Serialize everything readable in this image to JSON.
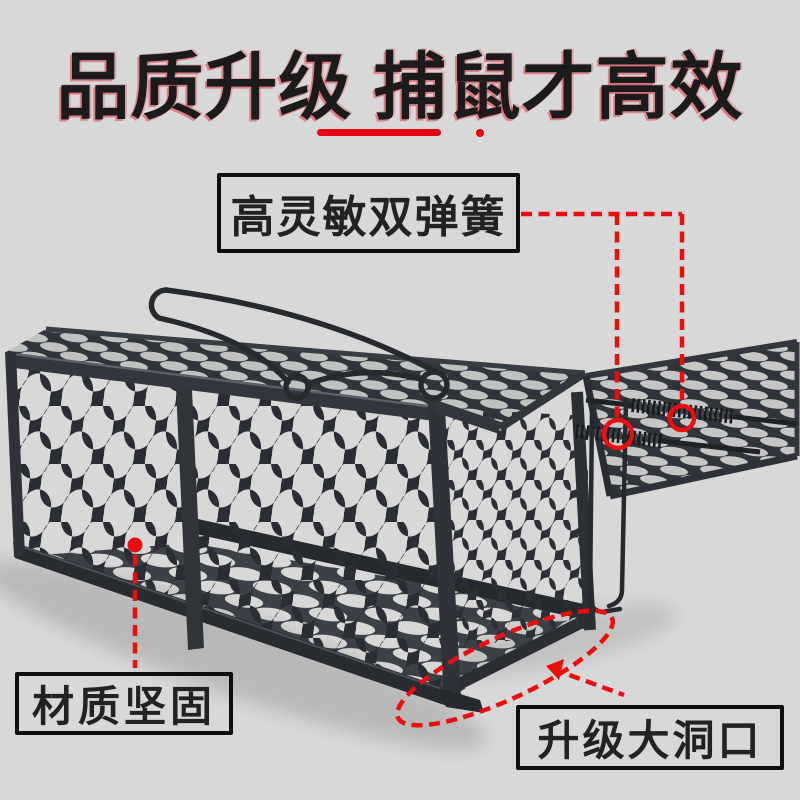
{
  "colors": {
    "background": "#d8d8d8",
    "accent_red": "#e60012",
    "annotation_red": "#ed0d0d",
    "ink": "#1b1b1b",
    "cage_metal": "#2e3237"
  },
  "title": {
    "text": "品质升级 捕鼠才高效"
  },
  "callouts": {
    "springs": {
      "label": "高灵敏双弹簧"
    },
    "material": {
      "label": "材质坚固"
    },
    "opening": {
      "label": "升级大洞口"
    }
  },
  "product": {
    "illustration": "black wire mesh mouse trap cage with handle and spring ramp door",
    "highlight_icons": [
      "spring-circle-left",
      "spring-circle-right",
      "material-dot",
      "opening-ellipse"
    ]
  }
}
